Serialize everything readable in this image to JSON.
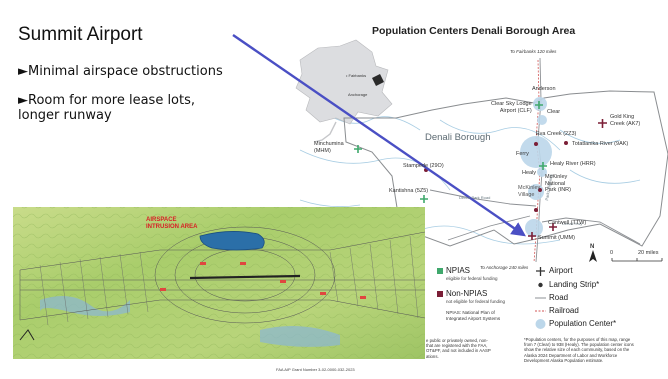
{
  "slide": {
    "title": "Summit Airport",
    "bullets": [
      {
        "marker": "►",
        "lines": [
          "Minimal airspace obstructions"
        ]
      },
      {
        "marker": "►",
        "lines": [
          "Room for more lease lots,",
          "longer runway"
        ]
      }
    ]
  },
  "map": {
    "title": "Population Centers Denali Borough Area",
    "region_label": "Denali Borough",
    "to_fairbanks": "To Fairbanks 120 miles",
    "to_anchorage": "To Anchorage 240 miles",
    "inset_labels": {
      "fairbanks": "• Fairbanks",
      "anchorage": "Anchorage"
    },
    "road_labels": {
      "denali_park_road": "Denali Park Road",
      "denali_hwy": "Denali Hwy",
      "parks_hwy": "Parks Highway"
    },
    "places": {
      "anderson": "Anderson",
      "clear_sky_lodge": [
        "Clear Sky Lodge",
        "Airport (CLF)"
      ],
      "clear": "Clear",
      "gold_king": [
        "Gold King",
        "Creek (AK7)"
      ],
      "minchumina": [
        "Minchumina",
        "(MHM)"
      ],
      "ferry": "Ferry",
      "eva_creek": "Eva Creek (2Z3)",
      "totatlanika": "Totatlanika River (9AK)",
      "healy_river": "Healy River (HRR)",
      "healy": "Healy",
      "mckinley_park": [
        "McKinley",
        "National",
        "Park (INR)"
      ],
      "mckinley_village": [
        "McKinley",
        "Village"
      ],
      "stampede": "Stampede (29O)",
      "kantishna": "Kantishna (5Z5)",
      "cantwell": "Cantwell (TTW)",
      "summit": "Summit (UMM)"
    },
    "scale": {
      "zero": "0",
      "label": "20 miles"
    },
    "north": "N",
    "legend": {
      "npias": "NPIAS",
      "npias_sub": "eligible for federal funding",
      "non_npias": "Non-NPIAS",
      "non_npias_sub": "not eligible for federal funding",
      "npias_def": [
        "NPIAS: National Plan of",
        "Integrated Airport Systems"
      ],
      "partial_note": [
        "e public or privately owned, non-",
        "that are registered with the FAA,",
        "OT&PF, and not included in AASP",
        "ations."
      ],
      "airport": "Airport",
      "landing_strip": "Landing Strip*",
      "road": "Road",
      "railroad": "Railroad",
      "population_center": "Population Center*",
      "population_note": [
        "*Population centers, for the purposes of this map, range",
        "from 7 (Clear) to 938 (Healy). The population center icons",
        "show the relative size of each community, based on the",
        "Alaska 2024 Department of Labor and Workforce",
        "Development Alaska Population estimate."
      ]
    },
    "footer": "FAA AIP Grant Number 3-02-0000-032-2023"
  },
  "airspace": {
    "label": [
      "AIRSPACE",
      "INTRUSION AREA"
    ]
  },
  "colors": {
    "arrow": "#4a4fc4",
    "npias_green": "#3fa86c",
    "non_npias_maroon": "#7b1e36",
    "airspace_red": "#d91f26",
    "intrusion_blue": "#2b6fa8",
    "water": "#bcd7ea",
    "topo_green": "#a7cc6a"
  }
}
